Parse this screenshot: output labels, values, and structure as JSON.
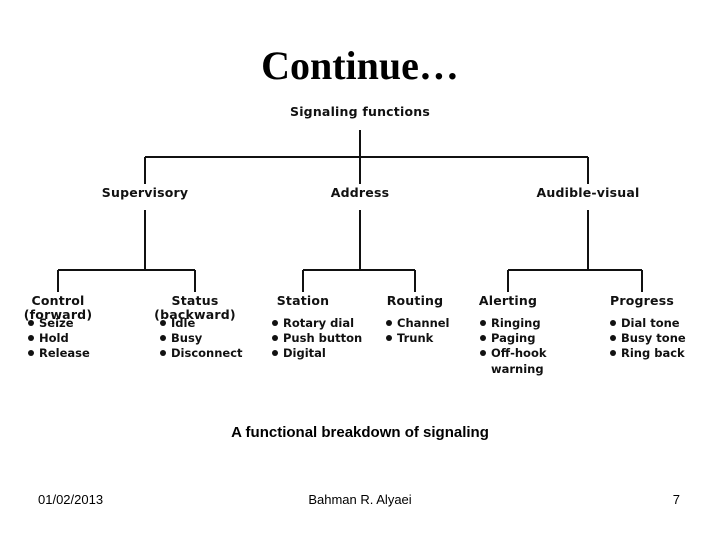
{
  "slide": {
    "title": "Continue…",
    "caption": "A functional breakdown of signaling",
    "footer": {
      "date": "01/02/2013",
      "author": "Bahman R. Alyaei",
      "page": "7"
    }
  },
  "diagram": {
    "root": "Signaling functions",
    "branches": [
      {
        "label": "Supervisory",
        "children": [
          {
            "label": "Control\n(forward)",
            "items": [
              "Seize",
              "Hold",
              "Release"
            ]
          },
          {
            "label": "Status\n(backward)",
            "items": [
              "Idle",
              "Busy",
              "Disconnect"
            ]
          }
        ]
      },
      {
        "label": "Address",
        "children": [
          {
            "label": "Station",
            "items": [
              "Rotary dial",
              "Push button",
              "Digital"
            ]
          },
          {
            "label": "Routing",
            "items": [
              "Channel",
              "Trunk"
            ]
          }
        ]
      },
      {
        "label": "Audible-visual",
        "children": [
          {
            "label": "Alerting",
            "items": [
              "Ringing",
              "Paging",
              "Off-hook\nwarning"
            ]
          },
          {
            "label": "Progress",
            "items": [
              "Dial tone",
              "Busy tone",
              "Ring back"
            ]
          }
        ]
      }
    ]
  },
  "colors": {
    "text": "#000000",
    "line": "#111111",
    "background": "#ffffff"
  }
}
